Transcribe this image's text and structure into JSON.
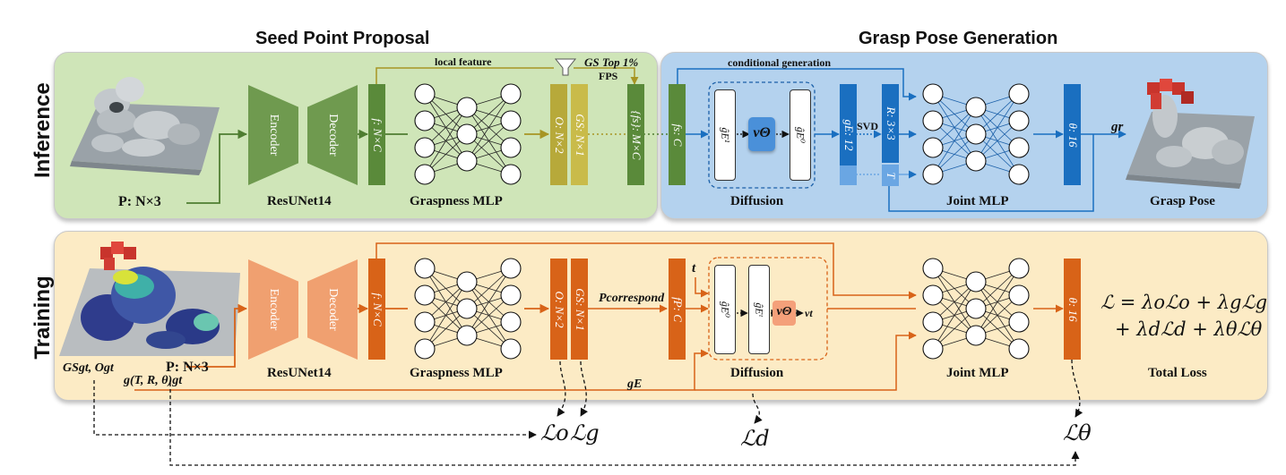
{
  "titles": {
    "seed_point_proposal": "Seed Point Proposal",
    "grasp_pose_generation": "Grasp Pose Generation"
  },
  "rows": {
    "inference": "Inference",
    "training": "Training"
  },
  "inference": {
    "input_label": "P: N×3",
    "encoder": "Encoder",
    "decoder": "Decoder",
    "backbone_label": "ResUNet14",
    "feature": "f: N×C",
    "mlp_label": "Graspness MLP",
    "objectness": "O: N×2",
    "graspness": "GS: N×1",
    "seed_features": "{fs}: M×C",
    "local_feature": "local feature",
    "gs_top": "GS Top 1%",
    "fps": "FPS",
    "conditional_generation": "conditional generation",
    "fs": "fs: C",
    "g1": "ĝE¹",
    "g0": "ĝE⁰",
    "v_theta": "vΘ",
    "diffusion_label": "Diffusion",
    "ge": "gE: 12",
    "svd": "SVD",
    "rot": "R: 3×3",
    "trans": "T",
    "joint_mlp_label": "Joint MLP",
    "theta": "θ: 16",
    "gr": "gr",
    "grasp_pose_label": "Grasp Pose"
  },
  "training": {
    "gt_label": "GSgt, Ogt",
    "input_label": "P: N×3",
    "gt_grasp": "g(T, R, θ)gt",
    "encoder": "Encoder",
    "decoder": "Decoder",
    "backbone_label": "ResUNet14",
    "feature": "f: N×C",
    "mlp_label": "Graspness MLP",
    "objectness": "O: N×2",
    "graspness": "GS: N×1",
    "p_correspond": "Pcorrespond",
    "fp": "fP: C",
    "t": "t",
    "g0": "ĝE⁰",
    "gt": "ĝEᵗ",
    "v_theta": "vΘ",
    "vt": "vt",
    "diffusion_label": "Diffusion",
    "ge": "gE",
    "joint_mlp_label": "Joint MLP",
    "theta": "θ: 16",
    "loss_line1": "ℒ = λoℒo + λgℒg",
    "loss_line2": "+ λdℒd + λθℒθ",
    "total_loss_label": "Total Loss"
  },
  "losses": {
    "lo": "ℒo",
    "lg": "ℒg",
    "ld": "ℒd",
    "ltheta": "ℒθ"
  },
  "colors": {
    "inference_seed_bg": "#cfe5b8",
    "inference_grasp_bg": "#b4d2ee",
    "training_bg": "#fcebc5",
    "green_dark": "#5a8a3a",
    "green_mid": "#6f9a4f",
    "olive": "#b7a93a",
    "blue_dark": "#1a6fc0",
    "blue_light": "#6aa6e3",
    "orange_dark": "#d86318",
    "orange_light": "#f0a070"
  }
}
